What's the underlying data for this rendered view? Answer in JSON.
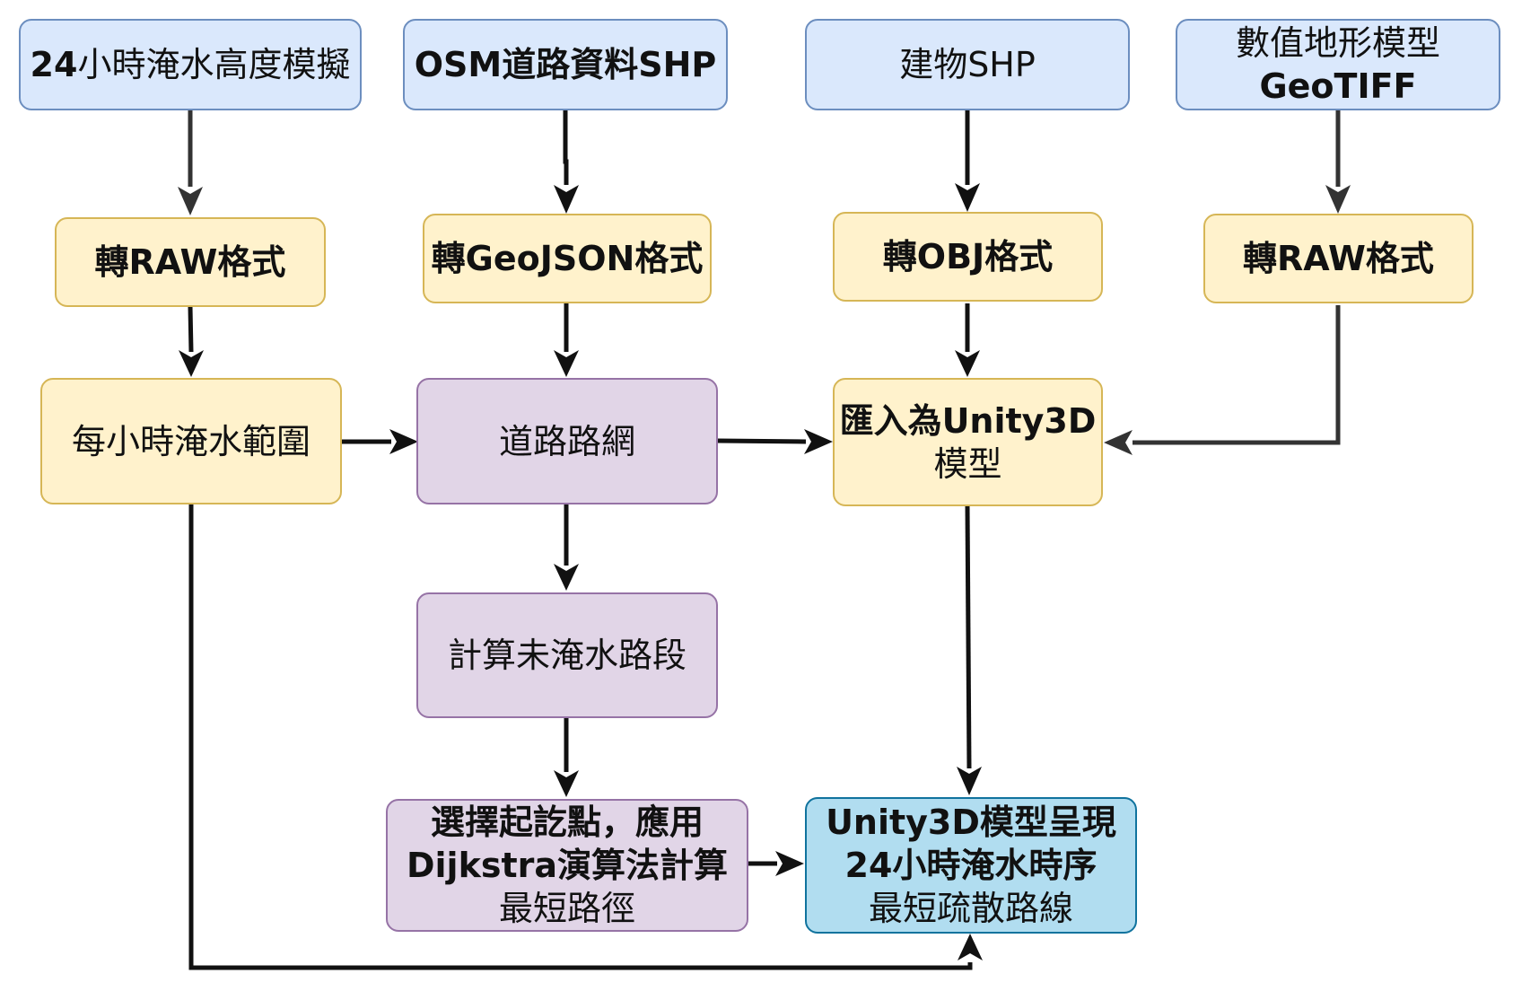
{
  "nodes": {
    "flood_sim": {
      "label_bold": "24",
      "label_rest": "小時淹水高度模擬"
    },
    "osm_shp": {
      "label": "OSM道路資料SHP"
    },
    "building_shp": {
      "label": "建物SHP"
    },
    "dtm": {
      "line1": "數值地形模型",
      "line2": "GeoTIFF"
    },
    "raw1": {
      "label": "轉RAW格式"
    },
    "geojson": {
      "label": "轉GeoJSON格式"
    },
    "obj": {
      "label": "轉OBJ格式"
    },
    "raw2": {
      "label": "轉RAW格式"
    },
    "hourly": {
      "label": "每小時淹水範圍"
    },
    "road_net": {
      "label": "道路路網"
    },
    "import": {
      "line1": "匯入為Unity3D",
      "line2": "模型"
    },
    "unflooded": {
      "label": "計算未淹水路段"
    },
    "dijkstra": {
      "line1": "選擇起訖點，應用",
      "line2": "Dijkstra演算法計算",
      "line3": "最短路徑"
    },
    "result": {
      "line1": "Unity3D模型呈現",
      "line2": "24小時淹水時序",
      "line3": "最短疏散路線"
    }
  },
  "colors": {
    "input_fill": "#dae8fc",
    "input_border": "#6c8ebf",
    "process_fill": "#fff2cc",
    "process_border": "#d6b656",
    "network_fill": "#e1d5e7",
    "network_border": "#9673a6",
    "output_fill": "#b1ddf0",
    "output_border": "#10739e",
    "arrow_dark": "#000000",
    "arrow_gray": "#333333"
  }
}
